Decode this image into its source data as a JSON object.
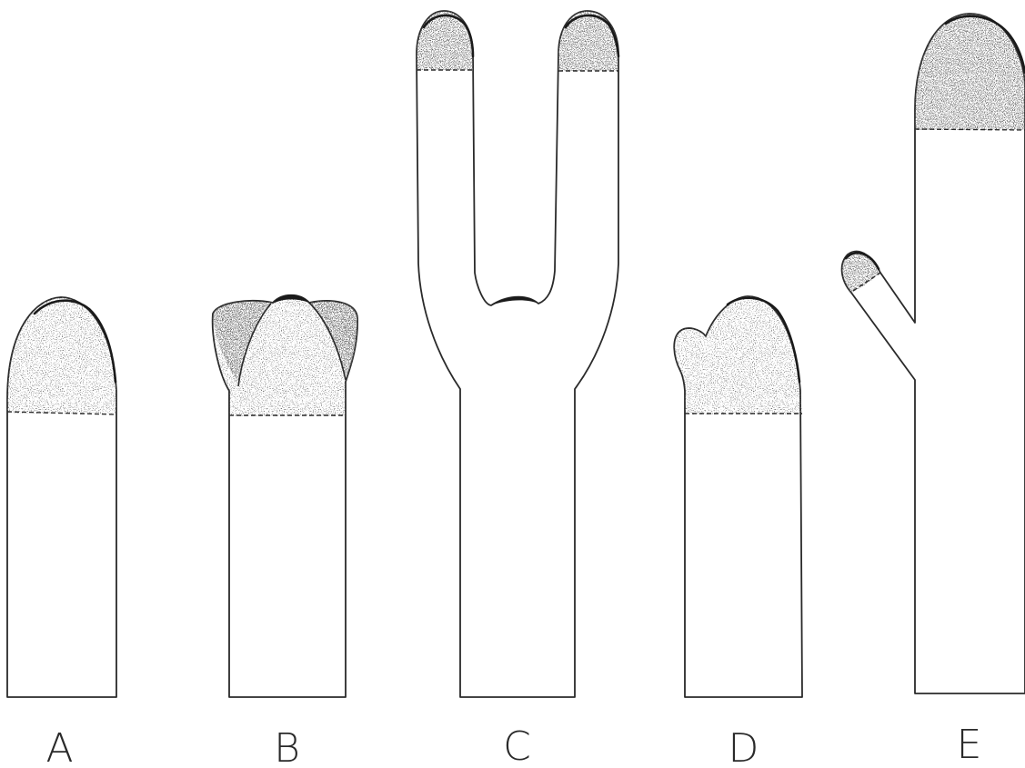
{
  "panels": [
    {
      "label": "A",
      "shape": "single rounded tip with stippled cap"
    },
    {
      "label": "B",
      "shape": "three-lobed stippled tip"
    },
    {
      "label": "C",
      "shape": "bifurcated into two long branches, each with stippled tip"
    },
    {
      "label": "D",
      "shape": "main tip with small lateral lobe"
    },
    {
      "label": "E",
      "shape": "main tip with lateral side branch"
    }
  ],
  "colors": {
    "ink": "#2a2a2a",
    "background": "#ffffff",
    "stipple": "#3a3a3a"
  }
}
